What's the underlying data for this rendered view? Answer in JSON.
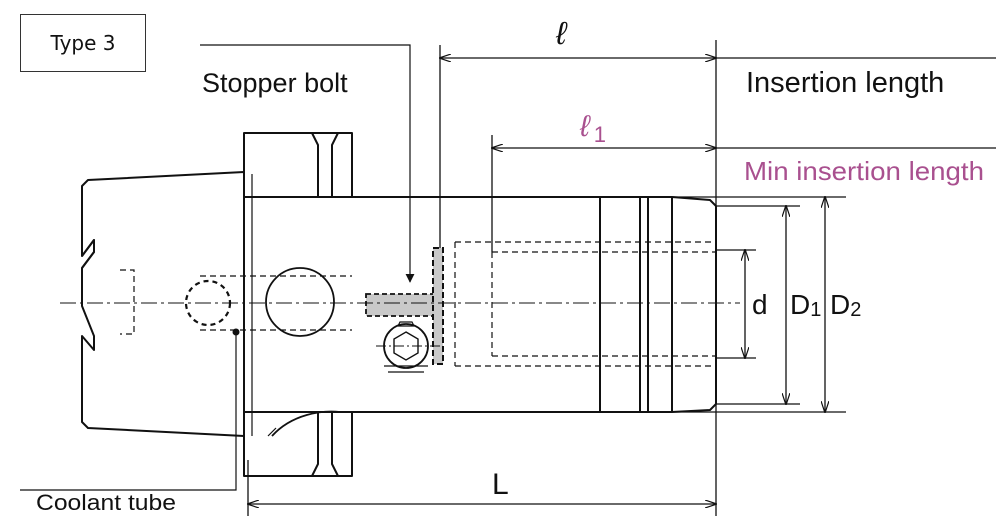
{
  "figure": {
    "type_label": "Type 3",
    "labels": {
      "stopper_bolt": "Stopper bolt",
      "coolant_tube": "Coolant tube",
      "insertion_length": "Insertion length",
      "min_insertion_length": "Min insertion length"
    },
    "dimensions": {
      "l": "ℓ",
      "l1_main": "ℓ",
      "l1_sub": "1",
      "L": "L",
      "d": "d",
      "D1_main": "D",
      "D1_sub": "1",
      "D2_main": "D",
      "D2_sub": "2"
    },
    "colors": {
      "line": "#111111",
      "accent": "#a9508f",
      "hatch_fill": "#c9c9c9"
    }
  }
}
